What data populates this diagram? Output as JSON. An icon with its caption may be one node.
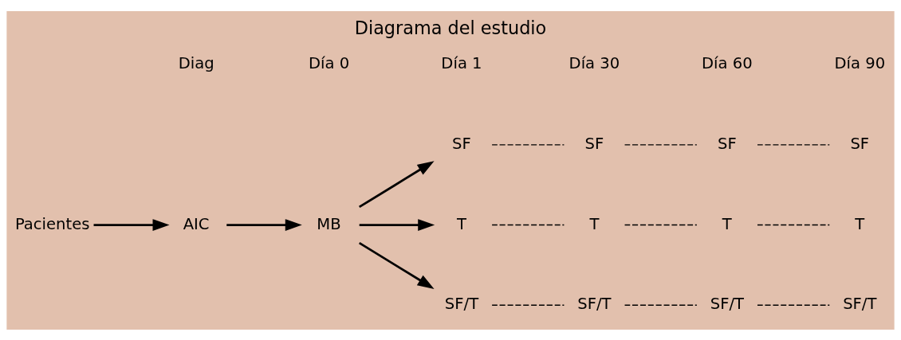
{
  "diagram": {
    "title": "Diagrama del estudio",
    "nodes": [
      {
        "text": [
          "SF"
        ]
      },
      {
        "text": [
          "SF"
        ]
      },
      {
        "text": [
          "SF"
        ]
      },
      {
        "text": [
          "SF"
        ]
      },
      {
        "text": [
          "Pacientes"
        ]
      },
      {
        "text": [
          "AIC"
        ]
      },
      {
        "text": [
          "MB"
        ]
      },
      {
        "text": [
          "T"
        ]
      },
      {
        "text": [
          "T"
        ]
      },
      {
        "text": [
          "T"
        ]
      },
      {
        "text": [
          "T"
        ]
      },
      {
        "text": [
          "SF/T"
        ]
      },
      {
        "text": [
          "SF/T"
        ]
      },
      {
        "text": [
          "SF/T"
        ]
      },
      {
        "text": [
          "SF/T"
        ]
      }
    ],
    "edges": [
      {
        "from": 4,
        "to": 5,
        "arrow": "to"
      },
      {
        "from": 5,
        "to": 6,
        "arrow": "to"
      },
      {
        "from": 6,
        "to": 0,
        "arrow": "to"
      },
      {
        "from": 6,
        "to": 7,
        "arrow": "to"
      },
      {
        "from": 6,
        "to": 11,
        "arrow": "to"
      },
      {
        "from": 0,
        "to": 1,
        "arrow": "none",
        "style": "dashed"
      },
      {
        "from": 1,
        "to": 2,
        "arrow": "none",
        "style": "dashed"
      },
      {
        "from": 2,
        "to": 3,
        "arrow": "none",
        "style": "dashed"
      },
      {
        "from": 7,
        "to": 8,
        "arrow": "none",
        "style": "dashed"
      },
      {
        "from": 8,
        "to": 9,
        "arrow": "none",
        "style": "dashed"
      },
      {
        "from": 9,
        "to": 10,
        "arrow": "none",
        "style": "dashed"
      },
      {
        "from": 11,
        "to": 12,
        "arrow": "none",
        "style": "dashed"
      },
      {
        "from": 12,
        "to": 13,
        "arrow": "none",
        "style": "dashed"
      },
      {
        "from": 13,
        "to": 14,
        "arrow": "none",
        "style": "dashed"
      }
    ],
    "labels": [
      "Diag",
      "Día 0",
      "Día 1",
      "Día 30",
      "Día 60",
      "Día 90"
    ]
  }
}
